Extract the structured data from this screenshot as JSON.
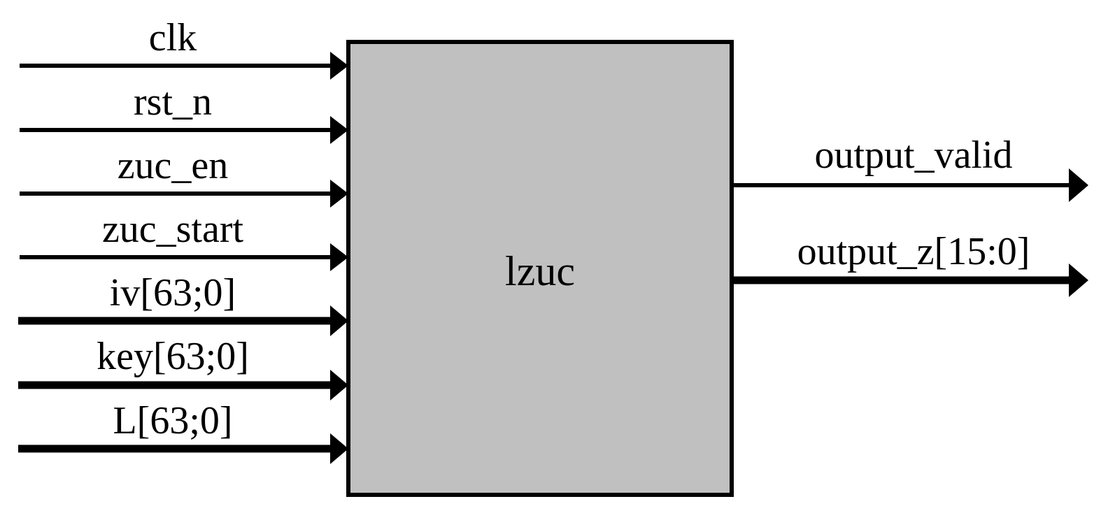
{
  "diagram": {
    "block": {
      "label": "lzuc",
      "fill": "#c0c0c0",
      "stroke": "#000000"
    },
    "line_color": "#000000",
    "inputs": [
      {
        "label": "clk",
        "bus": false
      },
      {
        "label": "rst_n",
        "bus": false
      },
      {
        "label": "zuc_en",
        "bus": false
      },
      {
        "label": "zuc_start",
        "bus": false
      },
      {
        "label": "iv[63;0]",
        "bus": true
      },
      {
        "label": "key[63;0]",
        "bus": true
      },
      {
        "label": "L[63;0]",
        "bus": true
      }
    ],
    "outputs": [
      {
        "label": "output_valid",
        "bus": false
      },
      {
        "label": "output_z[15:0]",
        "bus": true
      }
    ]
  }
}
